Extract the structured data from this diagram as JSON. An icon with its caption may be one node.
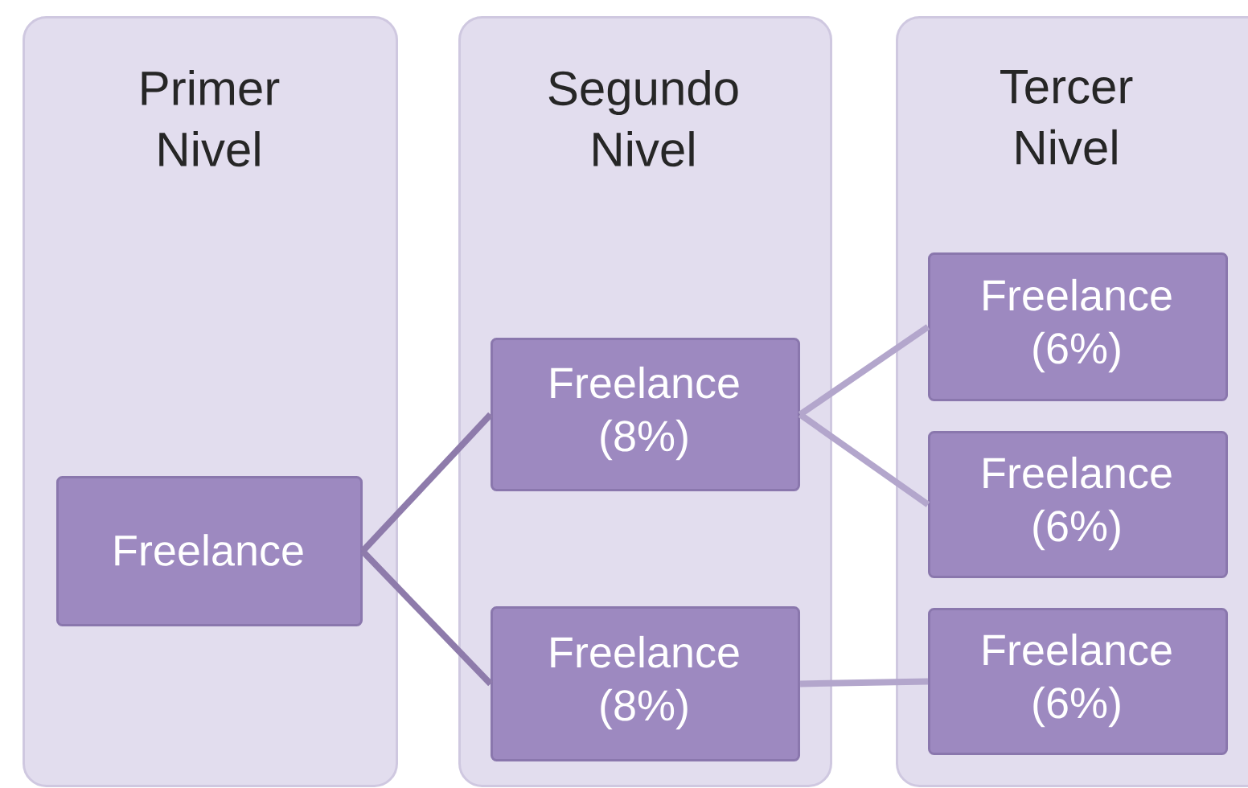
{
  "diagram": {
    "nodes": [
      {
        "text": [
          "Primer Nivel"
        ]
      },
      {
        "text": [
          "Freelance"
        ],
        "in": 0
      },
      {
        "text": [
          "Segundo Nivel"
        ]
      },
      {
        "text": [
          "Freelance (8%)"
        ],
        "in": 2
      },
      {
        "text": [
          "Freelance (8%)"
        ],
        "in": 2
      },
      {
        "text": [
          "Tercer Nivel"
        ]
      },
      {
        "text": [
          "Freelance (6%)"
        ],
        "in": 5
      },
      {
        "text": [
          "Freelance (6%)"
        ],
        "in": 5
      },
      {
        "text": [
          "Freelance (6%)"
        ],
        "in": 5
      }
    ],
    "edges": [
      {
        "from": 1,
        "to": 3,
        "arrow": "none",
        "color": "#8e7bab"
      },
      {
        "from": 1,
        "to": 4,
        "arrow": "none",
        "color": "#8e7bab"
      },
      {
        "from": 3,
        "to": 6,
        "arrow": "none"
      },
      {
        "from": 3,
        "to": 7,
        "arrow": "none"
      },
      {
        "from": 4,
        "to": 8,
        "arrow": "none"
      }
    ]
  }
}
